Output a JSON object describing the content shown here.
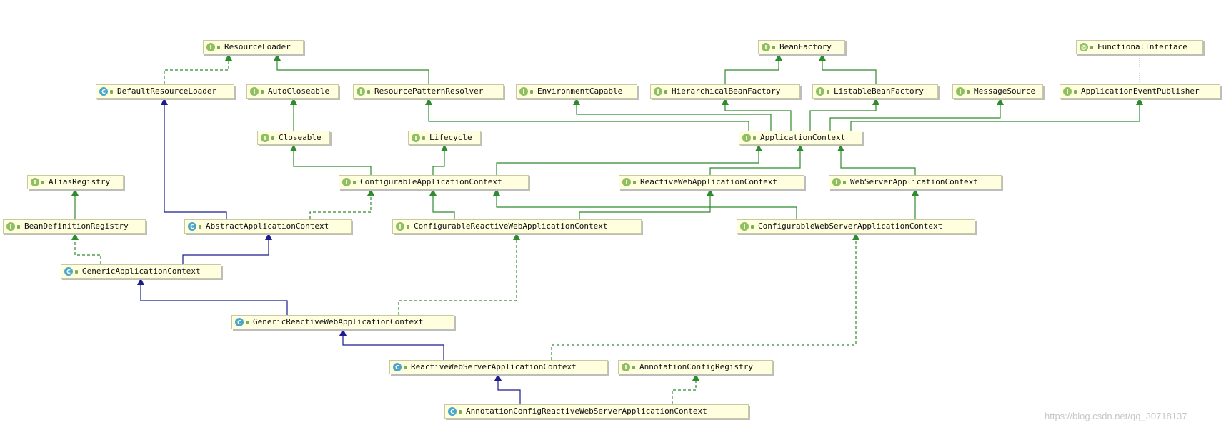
{
  "nodes": [
    {
      "id": "ResourceLoader",
      "kind": "interface",
      "label": "ResourceLoader"
    },
    {
      "id": "DefaultResourceLoader",
      "kind": "class",
      "label": "DefaultResourceLoader"
    },
    {
      "id": "AutoCloseable",
      "kind": "interface",
      "label": "AutoCloseable"
    },
    {
      "id": "ResourcePatternResolver",
      "kind": "interface",
      "label": "ResourcePatternResolver"
    },
    {
      "id": "EnvironmentCapable",
      "kind": "interface",
      "label": "EnvironmentCapable"
    },
    {
      "id": "BeanFactory",
      "kind": "interface",
      "label": "BeanFactory"
    },
    {
      "id": "HierarchicalBeanFactory",
      "kind": "interface",
      "label": "HierarchicalBeanFactory"
    },
    {
      "id": "ListableBeanFactory",
      "kind": "interface",
      "label": "ListableBeanFactory"
    },
    {
      "id": "MessageSource",
      "kind": "interface",
      "label": "MessageSource"
    },
    {
      "id": "FunctionalInterface",
      "kind": "annotation",
      "label": "FunctionalInterface"
    },
    {
      "id": "ApplicationEventPublisher",
      "kind": "interface",
      "label": "ApplicationEventPublisher"
    },
    {
      "id": "Closeable",
      "kind": "interface",
      "label": "Closeable"
    },
    {
      "id": "Lifecycle",
      "kind": "interface",
      "label": "Lifecycle"
    },
    {
      "id": "ApplicationContext",
      "kind": "interface",
      "label": "ApplicationContext"
    },
    {
      "id": "AliasRegistry",
      "kind": "interface",
      "label": "AliasRegistry"
    },
    {
      "id": "ConfigurableApplicationContext",
      "kind": "interface",
      "label": "ConfigurableApplicationContext"
    },
    {
      "id": "ReactiveWebApplicationContext",
      "kind": "interface",
      "label": "ReactiveWebApplicationContext"
    },
    {
      "id": "WebServerApplicationContext",
      "kind": "interface",
      "label": "WebServerApplicationContext"
    },
    {
      "id": "BeanDefinitionRegistry",
      "kind": "interface",
      "label": "BeanDefinitionRegistry"
    },
    {
      "id": "AbstractApplicationContext",
      "kind": "class",
      "label": "AbstractApplicationContext"
    },
    {
      "id": "ConfigurableReactiveWebApplicationContext",
      "kind": "interface",
      "label": "ConfigurableReactiveWebApplicationContext"
    },
    {
      "id": "ConfigurableWebServerApplicationContext",
      "kind": "interface",
      "label": "ConfigurableWebServerApplicationContext"
    },
    {
      "id": "GenericApplicationContext",
      "kind": "class",
      "label": "GenericApplicationContext"
    },
    {
      "id": "GenericReactiveWebApplicationContext",
      "kind": "class",
      "label": "GenericReactiveWebApplicationContext"
    },
    {
      "id": "ReactiveWebServerApplicationContext",
      "kind": "class",
      "label": "ReactiveWebServerApplicationContext"
    },
    {
      "id": "AnnotationConfigRegistry",
      "kind": "interface",
      "label": "AnnotationConfigRegistry"
    },
    {
      "id": "AnnotationConfigReactiveWebServerApplicationContext",
      "kind": "class",
      "label": "AnnotationConfigReactiveWebServerApplicationContext"
    }
  ],
  "edges": [
    {
      "from": "DefaultResourceLoader",
      "to": "ResourceLoader",
      "type": "implements"
    },
    {
      "from": "ResourcePatternResolver",
      "to": "ResourceLoader",
      "type": "extends-interface"
    },
    {
      "from": "Closeable",
      "to": "AutoCloseable",
      "type": "extends-interface"
    },
    {
      "from": "HierarchicalBeanFactory",
      "to": "BeanFactory",
      "type": "extends-interface"
    },
    {
      "from": "ListableBeanFactory",
      "to": "BeanFactory",
      "type": "extends-interface"
    },
    {
      "from": "ApplicationEventPublisher",
      "to": "FunctionalInterface",
      "type": "annotated"
    },
    {
      "from": "ApplicationContext",
      "to": "ResourcePatternResolver",
      "type": "extends-interface"
    },
    {
      "from": "ApplicationContext",
      "to": "EnvironmentCapable",
      "type": "extends-interface"
    },
    {
      "from": "ApplicationContext",
      "to": "HierarchicalBeanFactory",
      "type": "extends-interface"
    },
    {
      "from": "ApplicationContext",
      "to": "ListableBeanFactory",
      "type": "extends-interface"
    },
    {
      "from": "ApplicationContext",
      "to": "MessageSource",
      "type": "extends-interface"
    },
    {
      "from": "ApplicationContext",
      "to": "ApplicationEventPublisher",
      "type": "extends-interface"
    },
    {
      "from": "ConfigurableApplicationContext",
      "to": "Closeable",
      "type": "extends-interface"
    },
    {
      "from": "ConfigurableApplicationContext",
      "to": "Lifecycle",
      "type": "extends-interface"
    },
    {
      "from": "ConfigurableApplicationContext",
      "to": "ApplicationContext",
      "type": "extends-interface"
    },
    {
      "from": "ReactiveWebApplicationContext",
      "to": "ApplicationContext",
      "type": "extends-interface"
    },
    {
      "from": "WebServerApplicationContext",
      "to": "ApplicationContext",
      "type": "extends-interface"
    },
    {
      "from": "BeanDefinitionRegistry",
      "to": "AliasRegistry",
      "type": "extends-interface"
    },
    {
      "from": "AbstractApplicationContext",
      "to": "DefaultResourceLoader",
      "type": "extends-class"
    },
    {
      "from": "AbstractApplicationContext",
      "to": "ConfigurableApplicationContext",
      "type": "implements"
    },
    {
      "from": "ConfigurableReactiveWebApplicationContext",
      "to": "ConfigurableApplicationContext",
      "type": "extends-interface"
    },
    {
      "from": "ConfigurableReactiveWebApplicationContext",
      "to": "ReactiveWebApplicationContext",
      "type": "extends-interface"
    },
    {
      "from": "ConfigurableWebServerApplicationContext",
      "to": "ConfigurableApplicationContext",
      "type": "extends-interface"
    },
    {
      "from": "ConfigurableWebServerApplicationContext",
      "to": "WebServerApplicationContext",
      "type": "extends-interface"
    },
    {
      "from": "GenericApplicationContext",
      "to": "BeanDefinitionRegistry",
      "type": "implements"
    },
    {
      "from": "GenericApplicationContext",
      "to": "AbstractApplicationContext",
      "type": "extends-class"
    },
    {
      "from": "GenericReactiveWebApplicationContext",
      "to": "GenericApplicationContext",
      "type": "extends-class"
    },
    {
      "from": "GenericReactiveWebApplicationContext",
      "to": "ConfigurableReactiveWebApplicationContext",
      "type": "implements"
    },
    {
      "from": "ReactiveWebServerApplicationContext",
      "to": "GenericReactiveWebApplicationContext",
      "type": "extends-class"
    },
    {
      "from": "ReactiveWebServerApplicationContext",
      "to": "ConfigurableWebServerApplicationContext",
      "type": "implements"
    },
    {
      "from": "AnnotationConfigReactiveWebServerApplicationContext",
      "to": "ReactiveWebServerApplicationContext",
      "type": "extends-class"
    },
    {
      "from": "AnnotationConfigReactiveWebServerApplicationContext",
      "to": "AnnotationConfigRegistry",
      "type": "implements"
    }
  ],
  "badges": {
    "interface": "I",
    "class": "C",
    "annotation": "@"
  },
  "colors": {
    "interface_edge": "#2e8b2e",
    "class_edge": "#1c1c8c",
    "implements_edge": "#2e8b2e",
    "annotation_edge": "#b4b4b4"
  },
  "watermark": "https://blog.csdn.net/qq_30718137"
}
